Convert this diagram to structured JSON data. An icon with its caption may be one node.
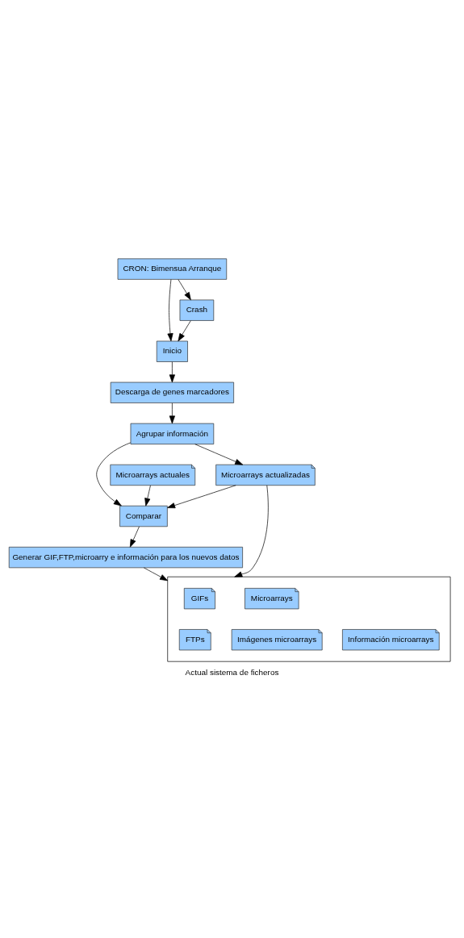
{
  "diagram": {
    "caption": "Actual sistema de ficheros",
    "nodes": [
      {
        "text": [
          "CRON: Bimensua Arranque"
        ]
      },
      {
        "text": [
          "Inicio"
        ]
      },
      {
        "text": [
          "Crash"
        ]
      },
      {
        "text": [
          "Descarga de genes marcadores"
        ]
      },
      {
        "text": [
          "Agrupar información"
        ]
      },
      {
        "text": [
          "Microarrays actuales"
        ]
      },
      {
        "text": [
          "Comparar"
        ]
      },
      {
        "text": [
          "Microarrays actualizadas"
        ]
      },
      {
        "text": [
          "Generar GIF,FTP,microarry e información para los nuevos datos"
        ]
      },
      {
        "text": [],
        "shape": "box"
      },
      {
        "text": [
          "GIFs"
        ],
        "in": 9
      },
      {
        "text": [
          "Microarrays"
        ],
        "in": 9
      },
      {
        "text": [
          "FTPs"
        ],
        "in": 9
      },
      {
        "text": [
          "Imágenes microarrays"
        ],
        "in": 9
      },
      {
        "text": [
          "Información microarrays"
        ],
        "in": 9
      }
    ],
    "edges": [
      {
        "from": 0,
        "to": 1,
        "arrow": "to"
      },
      {
        "from": 0,
        "to": 2,
        "arrow": "to"
      },
      {
        "from": 2,
        "to": 1,
        "arrow": "to"
      },
      {
        "from": 1,
        "to": 3,
        "arrow": "to"
      },
      {
        "from": 3,
        "to": 4,
        "arrow": "to"
      },
      {
        "from": 4,
        "to": 7,
        "arrow": "to"
      },
      {
        "from": 4,
        "to": 6,
        "arrow": "to"
      },
      {
        "from": 5,
        "to": 6,
        "arrow": "to"
      },
      {
        "from": 7,
        "to": 6,
        "arrow": "to"
      },
      {
        "from": 6,
        "to": 8,
        "arrow": "to"
      },
      {
        "from": 8,
        "to": 9,
        "arrow": "to"
      },
      {
        "from": 7,
        "to": 9,
        "arrow": "to"
      }
    ]
  }
}
